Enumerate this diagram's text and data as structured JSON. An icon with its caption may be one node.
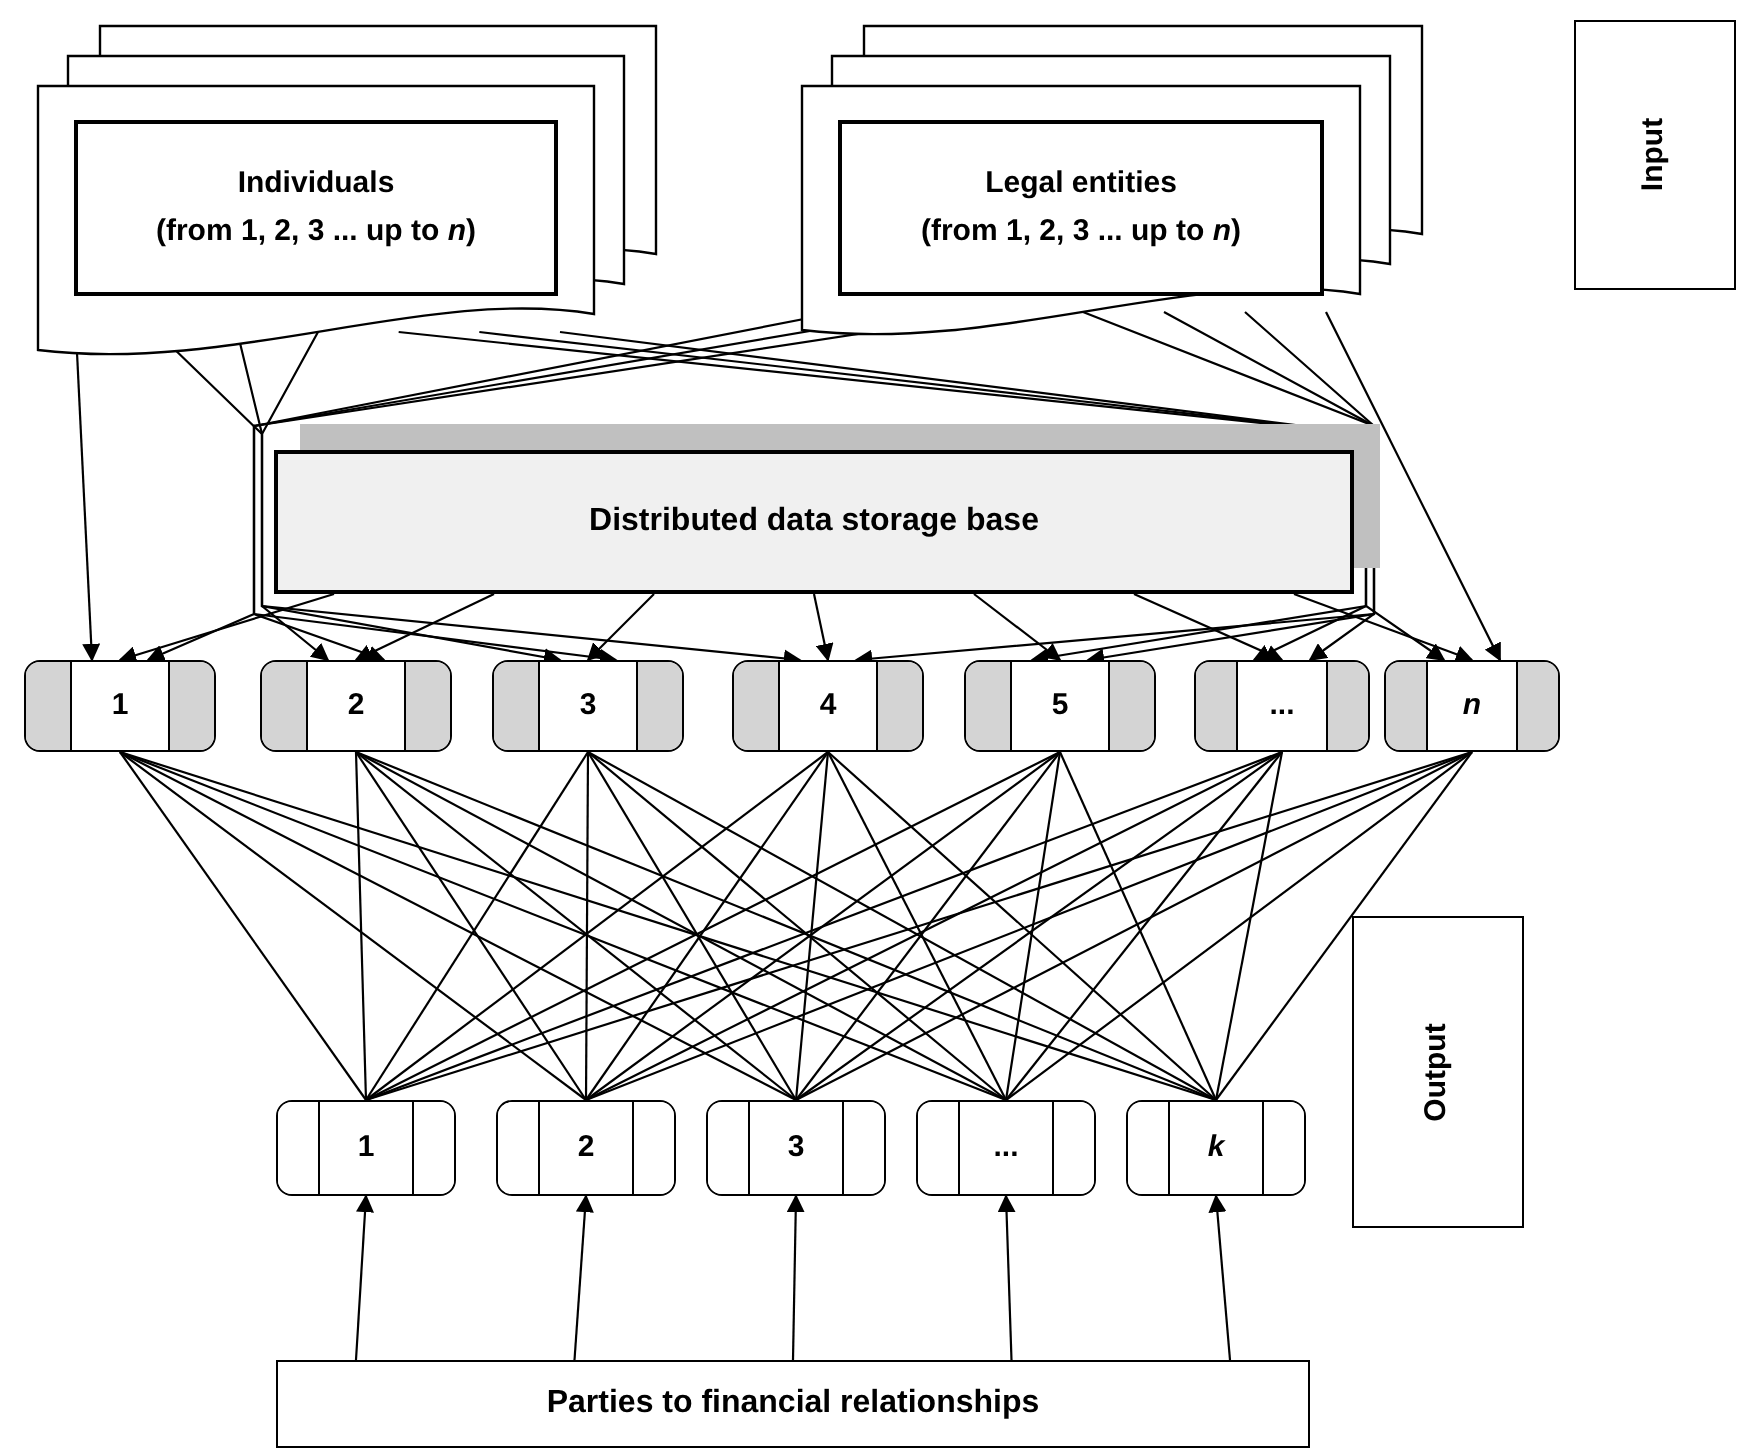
{
  "diagram": {
    "nodes": [
      {
        "text": [
          "Individuals",
          "(from 1, 2, 3 ... up to *n*)"
        ]
      },
      {
        "text": [
          "Legal entities",
          "(from 1, 2, 3 ... up to *n*)"
        ]
      },
      {
        "text": [
          "Input"
        ]
      },
      {
        "text": [
          "Distributed data storage base"
        ]
      },
      {
        "text": [
          "1"
        ]
      },
      {
        "text": [
          "2"
        ]
      },
      {
        "text": [
          "3"
        ]
      },
      {
        "text": [
          "4"
        ]
      },
      {
        "text": [
          "5"
        ]
      },
      {
        "text": [
          "..."
        ]
      },
      {
        "text": [
          "n"
        ]
      },
      {
        "text": [
          "Output"
        ]
      },
      {
        "text": [
          "1"
        ]
      },
      {
        "text": [
          "2"
        ]
      },
      {
        "text": [
          "3"
        ]
      },
      {
        "text": [
          "..."
        ]
      },
      {
        "text": [
          "k"
        ]
      },
      {
        "text": [
          "Parties to financial relationships"
        ]
      }
    ],
    "edges": [
      {
        "from": 0,
        "to": 4,
        "arrow": "to"
      },
      {
        "from": 0,
        "to": 5,
        "arrow": "to"
      },
      {
        "from": 0,
        "to": 6,
        "arrow": "to"
      },
      {
        "from": 0,
        "to": 7,
        "arrow": "to"
      },
      {
        "from": 0,
        "to": 8,
        "arrow": "to"
      },
      {
        "from": 0,
        "to": 9,
        "arrow": "to"
      },
      {
        "from": 0,
        "to": 10,
        "arrow": "to"
      },
      {
        "from": 1,
        "to": 4,
        "arrow": "to"
      },
      {
        "from": 1,
        "to": 5,
        "arrow": "to"
      },
      {
        "from": 1,
        "to": 6,
        "arrow": "to"
      },
      {
        "from": 1,
        "to": 7,
        "arrow": "to"
      },
      {
        "from": 1,
        "to": 8,
        "arrow": "to"
      },
      {
        "from": 1,
        "to": 9,
        "arrow": "to"
      },
      {
        "from": 1,
        "to": 10,
        "arrow": "to"
      },
      {
        "from": 3,
        "to": 4,
        "arrow": "to"
      },
      {
        "from": 3,
        "to": 5,
        "arrow": "to"
      },
      {
        "from": 3,
        "to": 6,
        "arrow": "to"
      },
      {
        "from": 3,
        "to": 7,
        "arrow": "to"
      },
      {
        "from": 3,
        "to": 8,
        "arrow": "to"
      },
      {
        "from": 3,
        "to": 9,
        "arrow": "to"
      },
      {
        "from": 3,
        "to": 10,
        "arrow": "to"
      },
      {
        "from": 4,
        "to": 12,
        "arrow": "none"
      },
      {
        "from": 4,
        "to": 13,
        "arrow": "none"
      },
      {
        "from": 4,
        "to": 14,
        "arrow": "none"
      },
      {
        "from": 4,
        "to": 15,
        "arrow": "none"
      },
      {
        "from": 4,
        "to": 16,
        "arrow": "none"
      },
      {
        "from": 5,
        "to": 12,
        "arrow": "none"
      },
      {
        "from": 5,
        "to": 13,
        "arrow": "none"
      },
      {
        "from": 5,
        "to": 14,
        "arrow": "none"
      },
      {
        "from": 5,
        "to": 15,
        "arrow": "none"
      },
      {
        "from": 5,
        "to": 16,
        "arrow": "none"
      },
      {
        "from": 6,
        "to": 12,
        "arrow": "none"
      },
      {
        "from": 6,
        "to": 13,
        "arrow": "none"
      },
      {
        "from": 6,
        "to": 14,
        "arrow": "none"
      },
      {
        "from": 6,
        "to": 15,
        "arrow": "none"
      },
      {
        "from": 6,
        "to": 16,
        "arrow": "none"
      },
      {
        "from": 7,
        "to": 12,
        "arrow": "none"
      },
      {
        "from": 7,
        "to": 13,
        "arrow": "none"
      },
      {
        "from": 7,
        "to": 14,
        "arrow": "none"
      },
      {
        "from": 7,
        "to": 15,
        "arrow": "none"
      },
      {
        "from": 7,
        "to": 16,
        "arrow": "none"
      },
      {
        "from": 8,
        "to": 12,
        "arrow": "none"
      },
      {
        "from": 8,
        "to": 13,
        "arrow": "none"
      },
      {
        "from": 8,
        "to": 14,
        "arrow": "none"
      },
      {
        "from": 8,
        "to": 15,
        "arrow": "none"
      },
      {
        "from": 8,
        "to": 16,
        "arrow": "none"
      },
      {
        "from": 9,
        "to": 12,
        "arrow": "none"
      },
      {
        "from": 9,
        "to": 13,
        "arrow": "none"
      },
      {
        "from": 9,
        "to": 14,
        "arrow": "none"
      },
      {
        "from": 9,
        "to": 15,
        "arrow": "none"
      },
      {
        "from": 9,
        "to": 16,
        "arrow": "none"
      },
      {
        "from": 10,
        "to": 12,
        "arrow": "none"
      },
      {
        "from": 10,
        "to": 13,
        "arrow": "none"
      },
      {
        "from": 10,
        "to": 14,
        "arrow": "none"
      },
      {
        "from": 10,
        "to": 15,
        "arrow": "none"
      },
      {
        "from": 10,
        "to": 16,
        "arrow": "none"
      },
      {
        "from": 17,
        "to": 12,
        "arrow": "to"
      },
      {
        "from": 17,
        "to": 13,
        "arrow": "to"
      },
      {
        "from": 17,
        "to": 14,
        "arrow": "to"
      },
      {
        "from": 17,
        "to": 15,
        "arrow": "to"
      },
      {
        "from": 17,
        "to": 16,
        "arrow": "to"
      }
    ]
  }
}
